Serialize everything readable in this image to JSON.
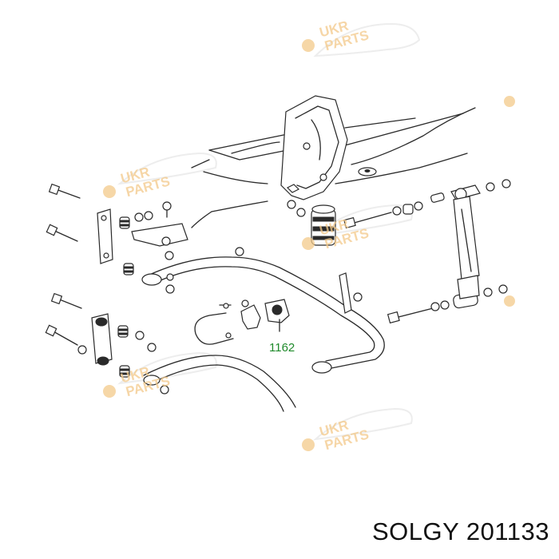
{
  "diagram": {
    "callout_label": "1162",
    "callout_color": "#1f8a2b"
  },
  "watermark": {
    "line1": "UKR",
    "line2": "PARTS",
    "color": "#f3c98a"
  },
  "caption": {
    "text": "SOLGY 201133"
  }
}
